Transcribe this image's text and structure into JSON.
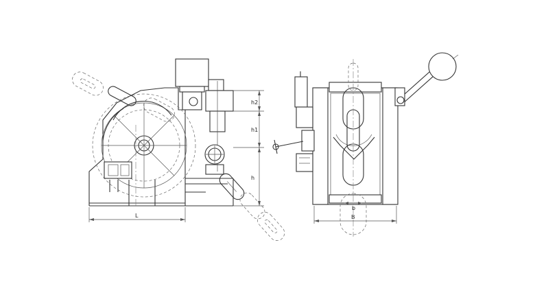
{
  "dimensions": {
    "L": "L",
    "h": "h",
    "h1": "h1",
    "h2": "h2",
    "B": "B",
    "b": "b"
  }
}
